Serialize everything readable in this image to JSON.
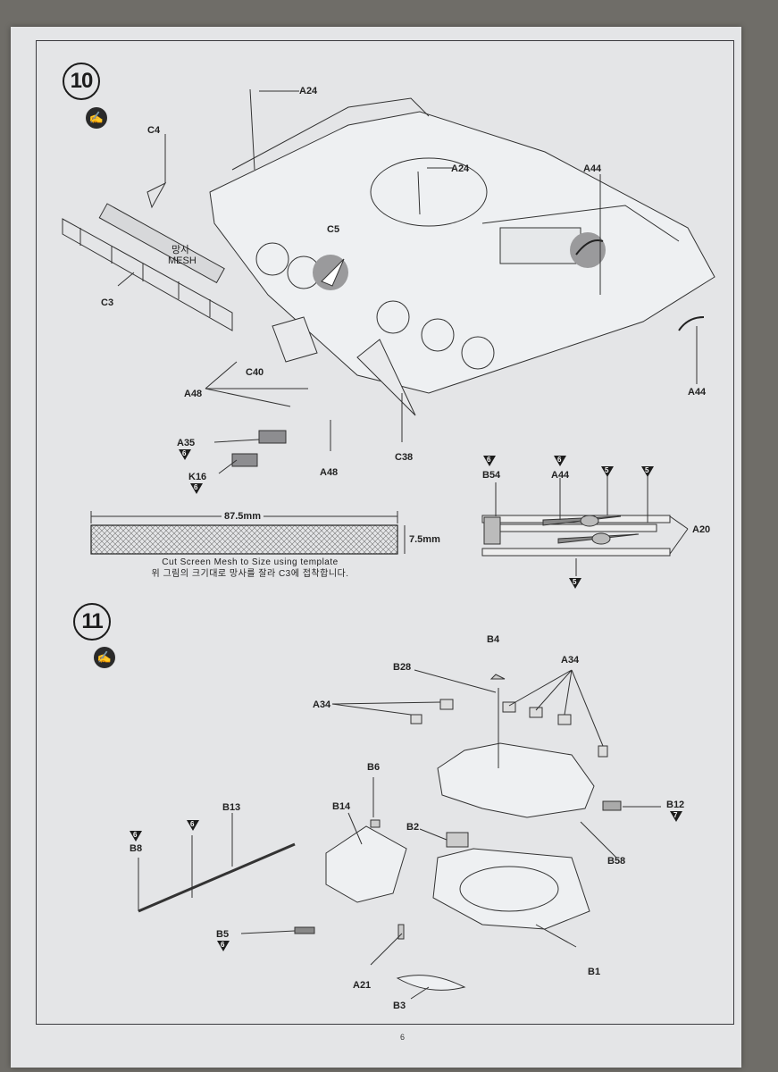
{
  "page": {
    "page_number": "6"
  },
  "steps": [
    {
      "number": "10",
      "icon": "cement-glue-icon",
      "labels": {
        "a24_top": "A24",
        "a24_mid": "A24",
        "c4": "C4",
        "c5": "C5",
        "c3": "C3",
        "mesh_kr": "망사",
        "mesh_en": "MESH",
        "a44_top": "A44",
        "a44_side": "A44",
        "c40": "C40",
        "a48_group": "A48",
        "a48_single": "A48",
        "c38": "C38",
        "a35": "A35",
        "k16": "K16"
      },
      "paint_markers": {
        "a35": "6",
        "k16": "6"
      },
      "mesh_template": {
        "width_label": "87.5mm",
        "height_label": "7.5mm",
        "instruction_en": "Cut Screen Mesh to Size using template",
        "instruction_kr": "위 그림의 크기대로 망사를 잘라 C3에 접착합니다."
      },
      "painting_detail": {
        "b54": "B54",
        "a44": "A44",
        "a20": "A20",
        "markers": [
          "6",
          "6",
          "5",
          "5",
          "5"
        ]
      }
    },
    {
      "number": "11",
      "icon": "cement-glue-icon",
      "labels": {
        "b4": "B4",
        "b28": "B28",
        "a34_left": "A34",
        "a34_right": "A34",
        "b6": "B6",
        "b14": "B14",
        "b2": "B2",
        "b13": "B13",
        "b8": "B8",
        "b5": "B5",
        "a21": "A21",
        "b3": "B3",
        "b1": "B1",
        "b58": "B58",
        "b12": "B12"
      },
      "paint_markers": {
        "b8": "6",
        "b13_rod": "6",
        "b5": "6",
        "b12": "7"
      }
    }
  ]
}
